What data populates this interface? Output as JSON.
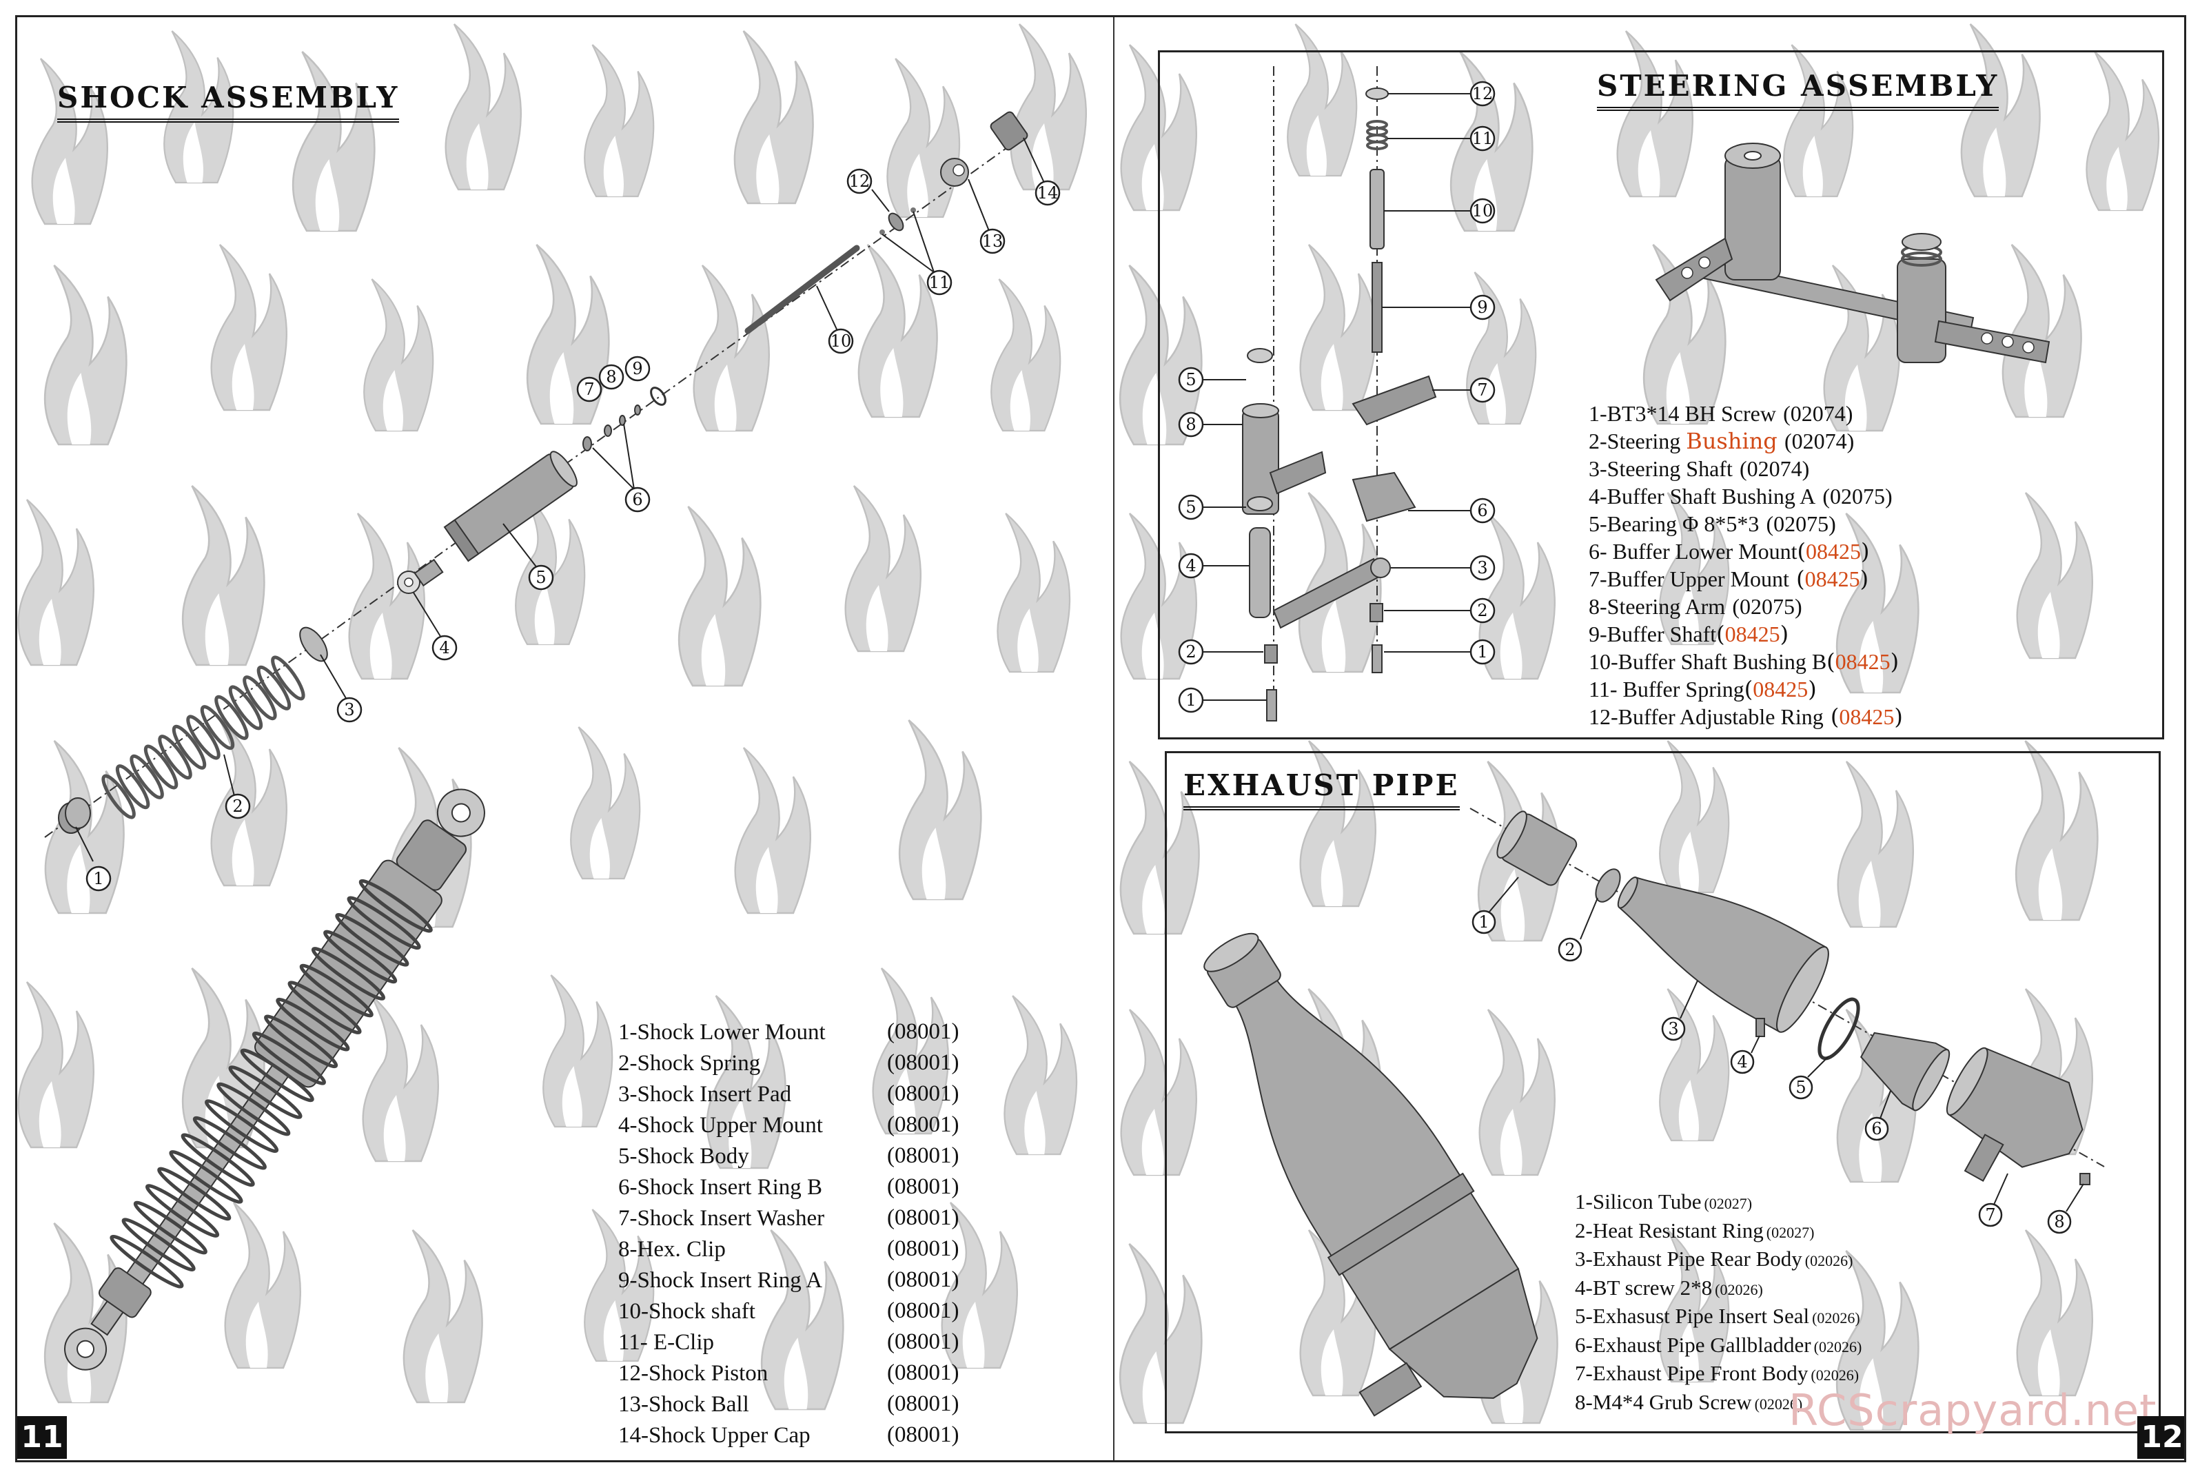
{
  "shock": {
    "title": "SHOCK ASSEMBLY",
    "callouts": [
      "1",
      "2",
      "3",
      "4",
      "5",
      "6",
      "7",
      "8",
      "9",
      "10",
      "11",
      "12",
      "13",
      "14"
    ],
    "parts": [
      {
        "label": "1-Shock Lower Mount",
        "code": "(08001)"
      },
      {
        "label": "2-Shock Spring",
        "code": "(08001)"
      },
      {
        "label": "3-Shock Insert Pad",
        "code": "(08001)"
      },
      {
        "label": "4-Shock Upper Mount",
        "code": "(08001)"
      },
      {
        "label": "5-Shock Body",
        "code": "(08001)"
      },
      {
        "label": "6-Shock Insert Ring B",
        "code": "(08001)"
      },
      {
        "label": "7-Shock Insert Washer",
        "code": "(08001)"
      },
      {
        "label": "8-Hex. Clip",
        "code": "(08001)"
      },
      {
        "label": "9-Shock Insert Ring A",
        "code": "(08001)"
      },
      {
        "label": "10-Shock shaft",
        "code": "(08001)"
      },
      {
        "label": "11- E-Clip",
        "code": "(08001)"
      },
      {
        "label": "12-Shock Piston",
        "code": "(08001)"
      },
      {
        "label": "13-Shock Ball",
        "code": "(08001)"
      },
      {
        "label": "14-Shock Upper Cap",
        "code": "(08001)"
      }
    ]
  },
  "steering": {
    "title": "STEERING ASSEMBLY",
    "callouts": [
      "1",
      "2",
      "3",
      "4",
      "5",
      "5",
      "6",
      "7",
      "8",
      "9",
      "10",
      "11",
      "12"
    ],
    "parts": [
      {
        "label": "1-BT3*14  BH Screw",
        "code": "(02074)",
        "red": false
      },
      {
        "label": "2-Steering ",
        "highlight": "Bushing",
        "code": "(02074)",
        "red": false
      },
      {
        "label": "3-Steering Shaft",
        "code": "(02074)",
        "red": false
      },
      {
        "label": "4-Buffer Shaft Bushing A",
        "code": "(02075)",
        "red": false
      },
      {
        "label": "5-Bearing Φ 8*5*3",
        "code": "(02075)",
        "red": false
      },
      {
        "label": "6- Buffer Lower Mount",
        "code": "08425",
        "red": true
      },
      {
        "label": "7-Buffer Upper Mount",
        "code": "08425",
        "red": true
      },
      {
        "label": "8-Steering Arm",
        "code": "(02075)",
        "red": false
      },
      {
        "label": "9-Buffer Shaft",
        "code": "08425",
        "red": true
      },
      {
        "label": "10-Buffer Shaft Bushing B",
        "code": "08425",
        "red": true
      },
      {
        "label": "11- Buffer Spring",
        "code": "08425",
        "red": true
      },
      {
        "label": "12-Buffer Adjustable Ring",
        "code": "08425",
        "red": true
      }
    ]
  },
  "exhaust": {
    "title": "EXHAUST PIPE",
    "callouts": [
      "1",
      "2",
      "3",
      "4",
      "5",
      "6",
      "7",
      "8"
    ],
    "parts": [
      {
        "label": "1-Silicon  Tube",
        "code": "(02027)"
      },
      {
        "label": "2-Heat Resistant Ring",
        "code": "(02027)"
      },
      {
        "label": "3-Exhaust Pipe Rear Body",
        "code": "(02026)"
      },
      {
        "label": "4-BT screw 2*8",
        "code": "(02026)"
      },
      {
        "label": "5-Exhasust Pipe Insert Seal",
        "code": "(02026)"
      },
      {
        "label": "6-Exhaust Pipe Gallbladder",
        "code": "(02026)"
      },
      {
        "label": "7-Exhaust Pipe Front Body",
        "code": "(02026)"
      },
      {
        "label": "8-M4*4 Grub Screw",
        "code": "(02026)"
      }
    ]
  },
  "page_left": "11",
  "page_right": "12",
  "watermark": "RCScrapyard.net",
  "colors": {
    "accent_red": "#d24a17",
    "flame_gray": "#d0d0d0",
    "part_gray": "#a9a9a9"
  }
}
